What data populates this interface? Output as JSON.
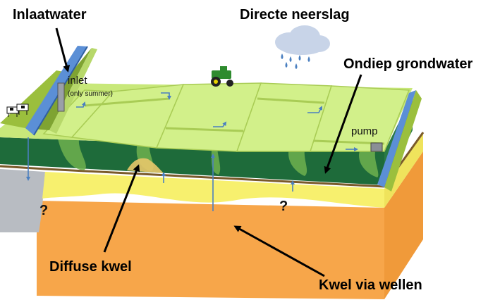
{
  "labels": {
    "inlaatwater": "Inlaatwater",
    "directe_neerslag": "Directe neerslag",
    "ondiep_grondwater": "Ondiep grondwater",
    "diffuse_kwel": "Diffuse kwel",
    "kwel_via_wellen": "Kwel via wellen"
  },
  "annotations": {
    "inlet": "inlet",
    "inlet_note": "(only summer)",
    "pump": "pump",
    "unknown_left": "?",
    "unknown_right": "?"
  },
  "icons": [
    "rain-cloud-icon",
    "tractor-icon",
    "cows-icon",
    "pump-icon",
    "inlet-structure-icon"
  ],
  "colors": {
    "field": "#d2f08a",
    "field_edge": "#a9cc55",
    "topsoil": "#1e6b3a",
    "topsoil_light": "#4f9a4e",
    "sand_layer": "#f7f06e",
    "clay_layer": "#7a5a2a",
    "deep_aquifer": "#f7a64a",
    "ditch_water": "#5b8fd6",
    "cloud": "#c8d4e8",
    "rain": "#4a7fc0",
    "arrow": "#000000"
  }
}
